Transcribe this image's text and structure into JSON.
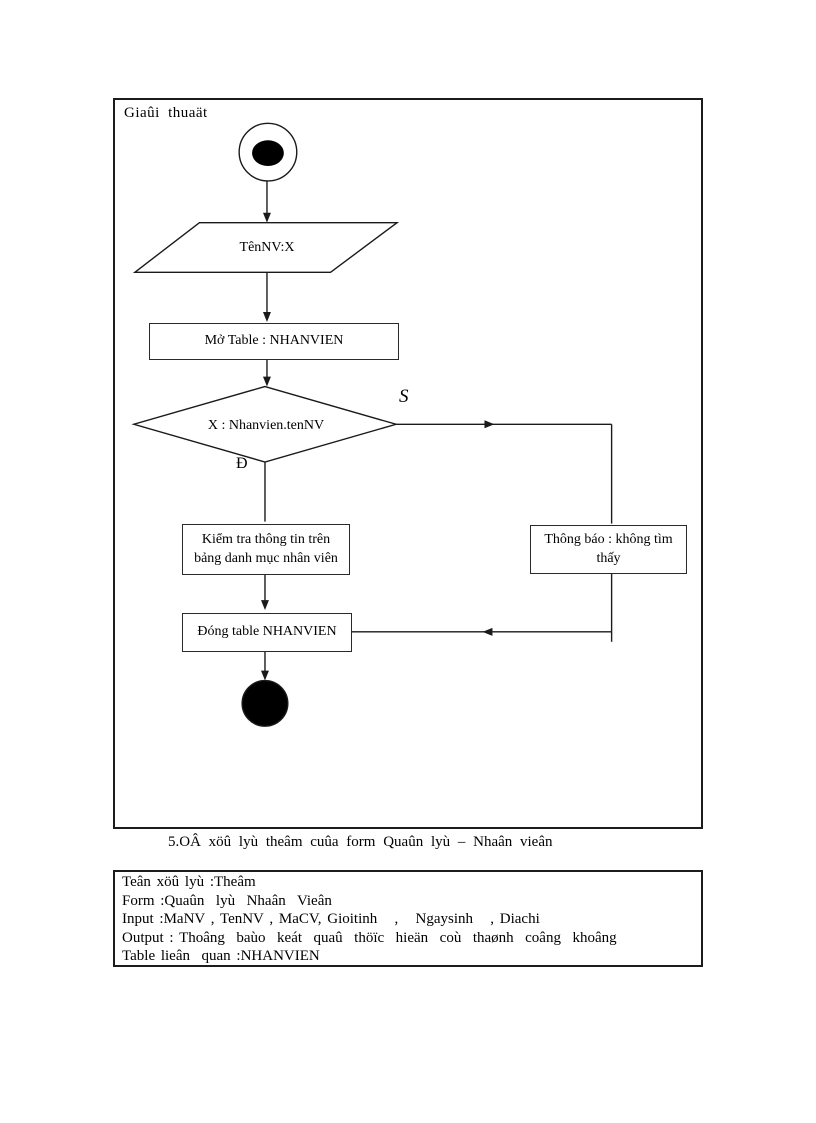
{
  "colors": {
    "ink": "#000000",
    "background": "#ffffff"
  },
  "flowchart": {
    "label": "Giaûi thuaät",
    "nodes": {
      "input_name": "TênNV:X",
      "open_table": "Mở Table : NHANVIEN",
      "decision": "X : Nhanvien.tenNV",
      "branch_no_label": "S",
      "branch_yes_label": "Đ",
      "check_info": "Kiểm tra thông tin trên bảng danh mục nhân viên",
      "notify_not_found": "Thông báo : không tìm thấy",
      "close_table": "Đóng table NHANVIEN"
    }
  },
  "caption": "5.OÂ xöû lyù theâm  cuûa form  Quaûn  lyù  – Nhaân  vieân",
  "info_box": {
    "lines": [
      "Teân xöû lyù :Theâm",
      "Form :Quaûn  lyù  Nhaân  Vieân",
      "Input :MaNV , TenNV , MaCV, Gioitinh   ,   Ngaysinh   , Diachi",
      "Output : Thoâng  baùo  keát  quaû  thöïc  hieän  coù  thaønh  coâng  khoâng",
      "Table lieân  quan :NHANVIEN"
    ]
  }
}
